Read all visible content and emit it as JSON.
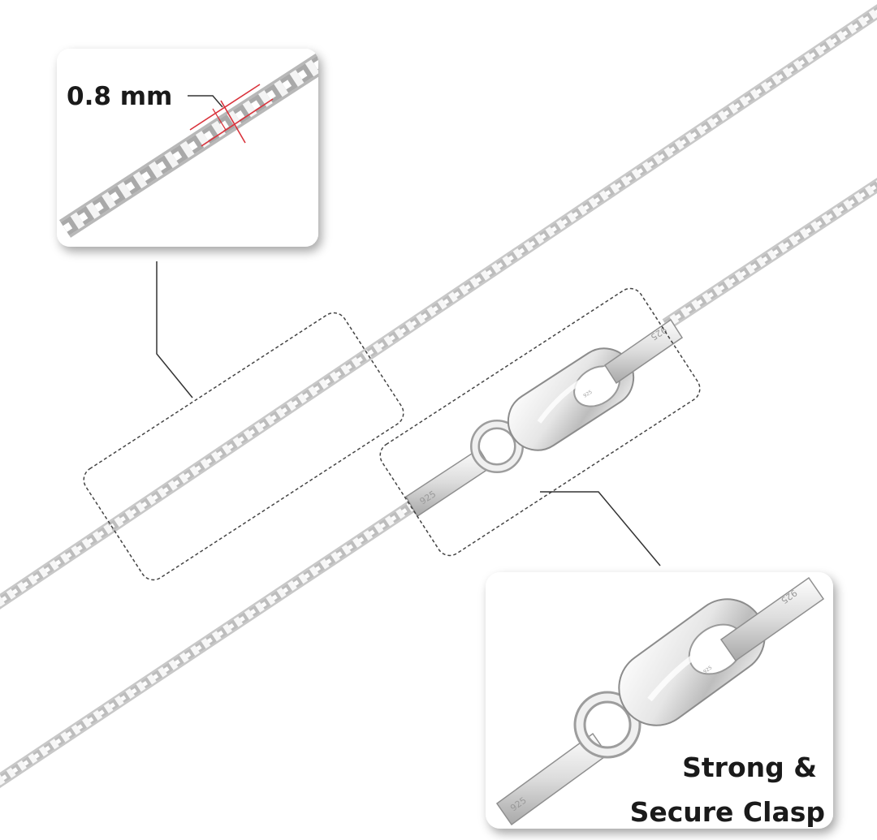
{
  "thickness_callout": {
    "label": "0.8 mm"
  },
  "clasp_callout": {
    "line1": "Strong &",
    "line2": "Secure Clasp"
  },
  "stamps": {
    "hallmark": "925"
  },
  "colors": {
    "background": "#ffffff",
    "chain_link": "#f1f1f1",
    "chain_shadow": "#c9c9c9",
    "dimension_marker": "#d9323b",
    "callout_line": "#333333",
    "text": "#1a1a1a"
  }
}
